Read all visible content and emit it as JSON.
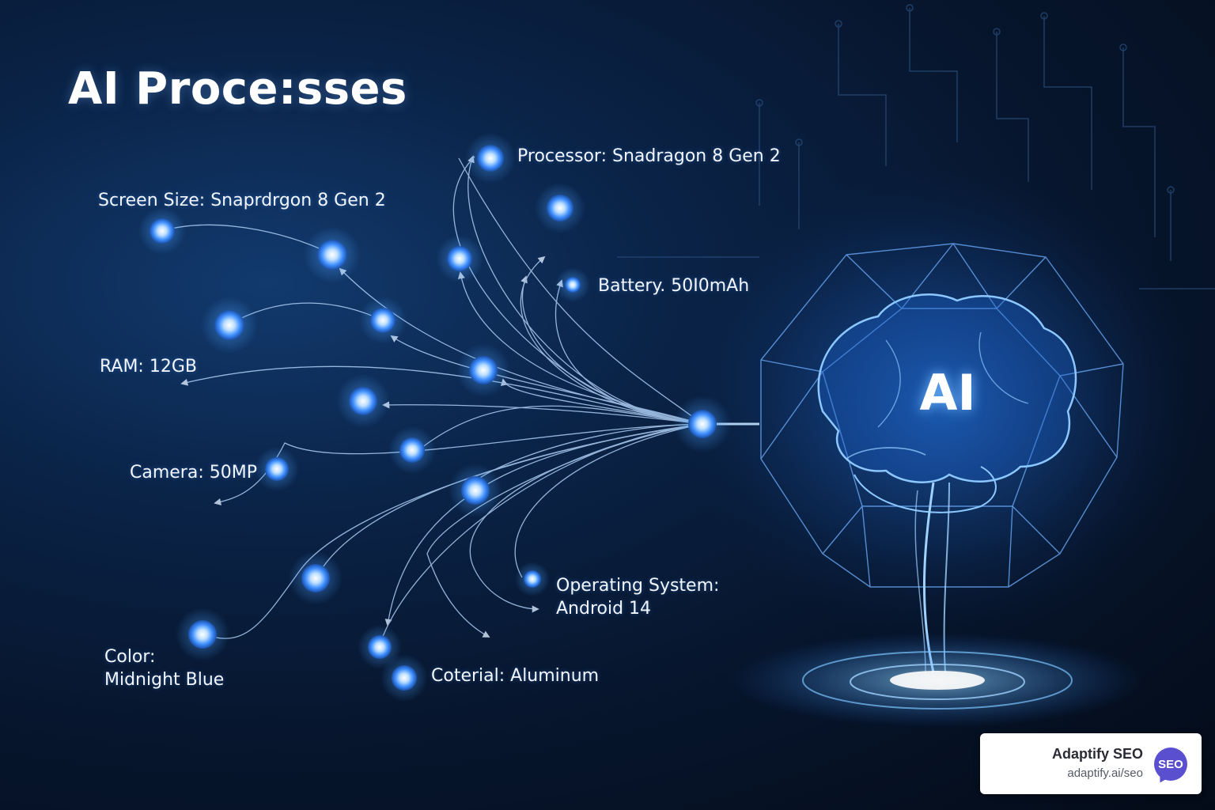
{
  "title": "AI Proce:sses",
  "center_label": "AI",
  "labels": {
    "processor": "Processor: Snadragon 8 Gen 2",
    "screen": "Screen Size: Snaprdrgon 8 Gen 2",
    "battery": "Battery. 50I0mAh",
    "ram": "RAM: 12GB",
    "camera": "Camera: 50MP",
    "os": "Operating System:",
    "os_value": "Android 14",
    "color": "Color:",
    "color_value": "Midnight Blue",
    "material": "Coterial: Aluminum"
  },
  "badge": {
    "name": "Adaptify SEO",
    "url": "adaptify.ai/seo",
    "logo_text": "SEO"
  },
  "colors": {
    "node": "#6fb6ff",
    "line": "#b8d8ff",
    "glow": "#2f8bff"
  }
}
